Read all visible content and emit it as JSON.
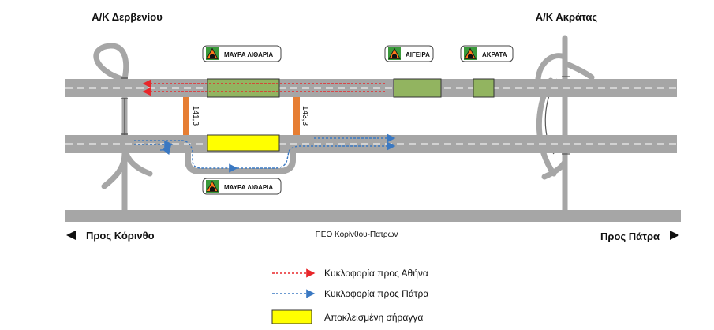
{
  "interchanges": {
    "left": "Α/Κ Δερβενίου",
    "right": "Α/Κ Ακράτας"
  },
  "tunnels": {
    "mavra_top": "ΜΑΥΡΑ ΛΙΘΑΡΙΑ",
    "aigeira": "ΑΙΓΕΙΡΑ",
    "akrata": "ΑΚΡΑΤΑ",
    "mavra_bottom": "ΜΑΥΡΑ ΛΙΘΑΡΙΑ"
  },
  "chainage": {
    "left": "141,3",
    "right": "143,3"
  },
  "directions": {
    "left": "Προς Κόρινθο",
    "right": "Προς Πάτρα",
    "old_road": "ΠΕΟ Κορίνθου-Πατρών"
  },
  "legend": {
    "athens": "Κυκλοφορία προς Αθήνα",
    "patra": "Κυκλοφορία προς Πάτρα",
    "closed": "Αποκλεισμένη σήραγγα"
  },
  "colors": {
    "road": "#a6a6a6",
    "to_athens": "#e8262a",
    "to_patra": "#3a78c2",
    "closed_tunnel": "#ffff00",
    "open_tunnel": "#92b460",
    "crossover": "#e67e33"
  }
}
